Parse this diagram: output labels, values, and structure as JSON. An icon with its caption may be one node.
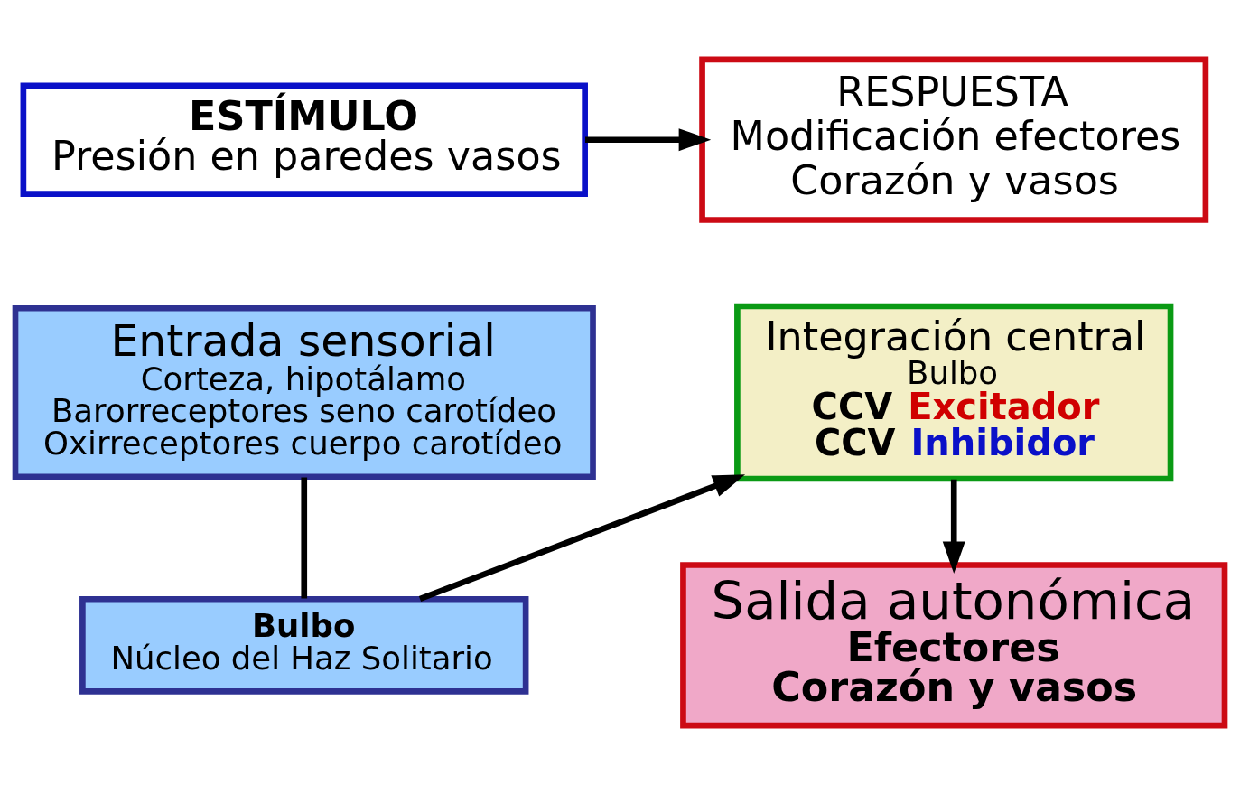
{
  "diagram": {
    "nodes": [
      {
        "text": [
          "ESTÍMULO",
          "Presión en paredes vasos"
        ]
      },
      {
        "text": [
          "RESPUESTA",
          "Modificación efectores",
          "Corazón y vasos"
        ]
      },
      {
        "text": [
          "Entrada sensorial",
          "Corteza, hipotálamo",
          "Barorreceptores seno carotídeo",
          "Oxirreceptores cuerpo carotídeo"
        ]
      },
      {
        "text": [
          "Bulbo",
          "Núcleo del Haz Solitario"
        ]
      },
      {
        "text": [
          "Integración central",
          "Bulbo",
          "CCV Excitador",
          "CCV Inhibidor"
        ]
      },
      {
        "text": [
          "Salida autonómica",
          "Efectores",
          "Corazón y vasos"
        ]
      }
    ],
    "edges": [
      {
        "from": 0,
        "to": 1,
        "arrow": "to"
      },
      {
        "from": 2,
        "to": 3,
        "arrow": "none"
      },
      {
        "from": 3,
        "to": 4,
        "arrow": "to"
      },
      {
        "from": 4,
        "to": 5,
        "arrow": "to"
      }
    ]
  }
}
